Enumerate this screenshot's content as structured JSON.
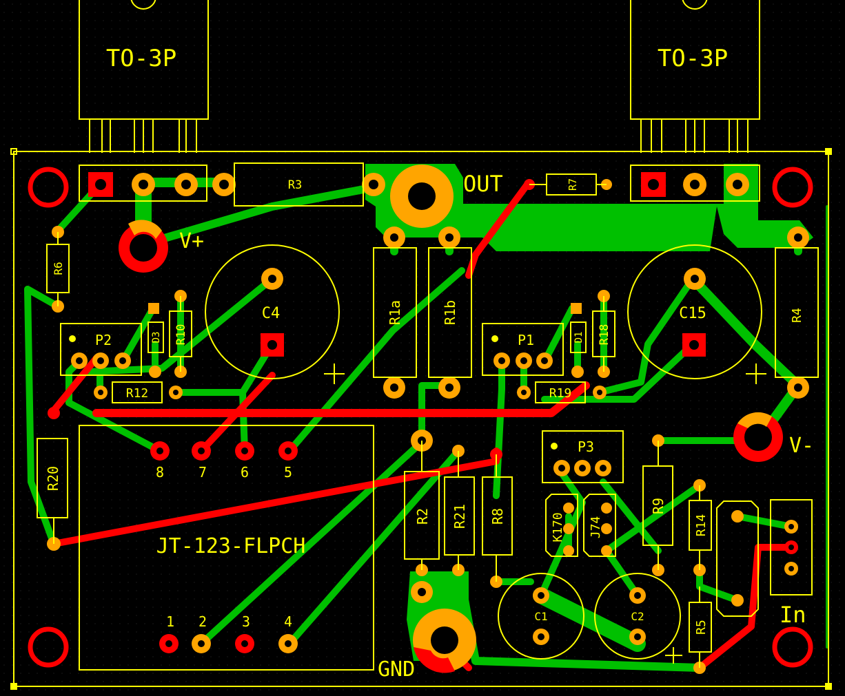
{
  "colors": {
    "background": "#000000",
    "grid": "#2a2a2a",
    "silkscreen": "#ffff00",
    "top_copper": "#ff0000",
    "bottom_copper": "#00c000",
    "pad": "#ffa500"
  },
  "transistors": [
    {
      "package": "TO-3P"
    },
    {
      "package": "TO-3P"
    }
  ],
  "resistors": {
    "r3": "R3",
    "r7": "R7",
    "r6": "R6",
    "r1a": "R1a",
    "r1b": "R1b",
    "r4": "R4",
    "r10": "R10",
    "r18": "R18",
    "r12": "R12",
    "r19": "R19",
    "r20": "R20",
    "r2": "R2",
    "r21": "R21",
    "r8": "R8",
    "r9": "R9",
    "r14": "R14",
    "r5": "R5"
  },
  "capacitors": {
    "c4": "C4",
    "c15": "C15",
    "c1": "C1",
    "c2": "C2"
  },
  "diodes": {
    "d3": "D3",
    "d1": "D1"
  },
  "pots": {
    "p1": "P1",
    "p2": "P2",
    "p3": "P3"
  },
  "jfets": {
    "k170": "K170",
    "j74": "J74"
  },
  "relay": {
    "name": "JT-123-FLPCH",
    "pins": [
      "8",
      "7",
      "6",
      "5",
      "1",
      "2",
      "3",
      "4"
    ]
  },
  "terminals": {
    "vplus": "V+",
    "vminus": "V-",
    "out": "OUT",
    "gnd": "GND",
    "in": "In",
    "plus": "+"
  }
}
